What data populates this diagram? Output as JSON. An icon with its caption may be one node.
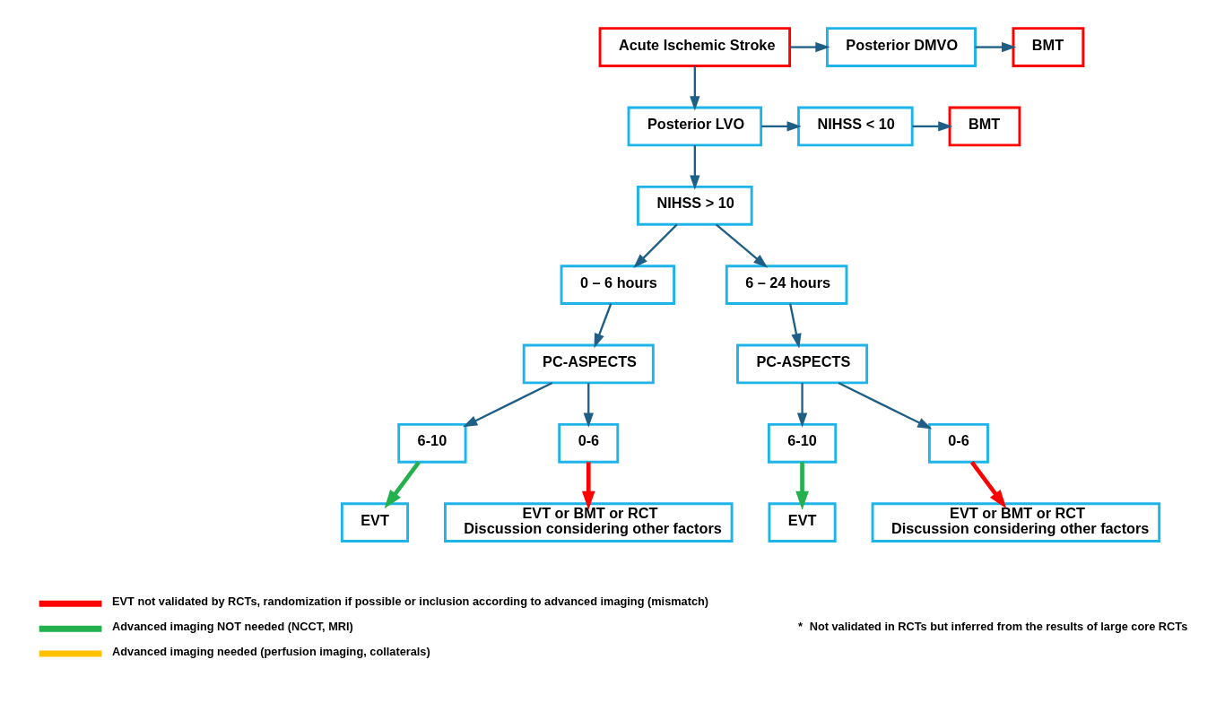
{
  "diagram": {
    "nodes": [
      {
        "text": [
          "Acute Ischemic Stroke"
        ]
      },
      {
        "text": [
          "Posterior DMVO"
        ]
      },
      {
        "text": [
          "BMT"
        ]
      },
      {
        "text": [
          "Posterior LVO"
        ]
      },
      {
        "text": [
          "NIHSS < 10"
        ]
      },
      {
        "text": [
          "BMT"
        ]
      },
      {
        "text": [
          "NIHSS > 10"
        ]
      },
      {
        "text": [
          "0 – 6 hours"
        ]
      },
      {
        "text": [
          "6 – 24 hours"
        ]
      },
      {
        "text": [
          "PC-ASPECTS"
        ]
      },
      {
        "text": [
          "PC-ASPECTS"
        ]
      },
      {
        "text": [
          "6-10"
        ]
      },
      {
        "text": [
          "0-6"
        ]
      },
      {
        "text": [
          "6-10"
        ]
      },
      {
        "text": [
          "0-6"
        ]
      },
      {
        "text": [
          "EVT"
        ]
      },
      {
        "text": [
          "EVT or BMT or RCT",
          "Discussion considering other factors"
        ]
      },
      {
        "text": [
          "EVT"
        ]
      },
      {
        "text": [
          "EVT or BMT or RCT",
          "Discussion considering other factors"
        ]
      }
    ],
    "edges": [
      {
        "from": 0,
        "to": 1,
        "arrow": "to"
      },
      {
        "from": 1,
        "to": 2,
        "arrow": "to"
      },
      {
        "from": 0,
        "to": 3,
        "arrow": "to"
      },
      {
        "from": 3,
        "to": 4,
        "arrow": "to"
      },
      {
        "from": 4,
        "to": 5,
        "arrow": "to"
      },
      {
        "from": 3,
        "to": 6,
        "arrow": "to"
      },
      {
        "from": 6,
        "to": 7,
        "arrow": "to"
      },
      {
        "from": 6,
        "to": 8,
        "arrow": "to"
      },
      {
        "from": 7,
        "to": 9,
        "arrow": "to"
      },
      {
        "from": 8,
        "to": 10,
        "arrow": "to"
      },
      {
        "from": 9,
        "to": 11,
        "arrow": "to"
      },
      {
        "from": 9,
        "to": 12,
        "arrow": "to"
      },
      {
        "from": 10,
        "to": 13,
        "arrow": "to"
      },
      {
        "from": 10,
        "to": 14,
        "arrow": "to"
      },
      {
        "from": 11,
        "to": 15,
        "arrow": "to",
        "style": "thick",
        "color": "#22b14c"
      },
      {
        "from": 12,
        "to": 16,
        "arrow": "to",
        "style": "thick",
        "color": "#ff0000"
      },
      {
        "from": 13,
        "to": 17,
        "arrow": "to",
        "style": "thick",
        "color": "#22b14c"
      },
      {
        "from": 14,
        "to": 18,
        "arrow": "to",
        "style": "thick",
        "color": "#ff0000"
      }
    ],
    "labels": [
      "*",
      "Not validated in RCTs but inferred from the results of large core RCTs"
    ],
    "legend": [
      {
        "text": "EVT not validated by RCTs, randomization if possible or inclusion according to advanced imaging (mismatch)",
        "color": "#ff0000"
      },
      {
        "text": "Advanced imaging NOT needed (NCCT, MRI)",
        "color": "#22b14c"
      },
      {
        "text": "Advanced imaging needed (perfusion imaging, collaterals)",
        "color": "#ffc000"
      }
    ]
  }
}
